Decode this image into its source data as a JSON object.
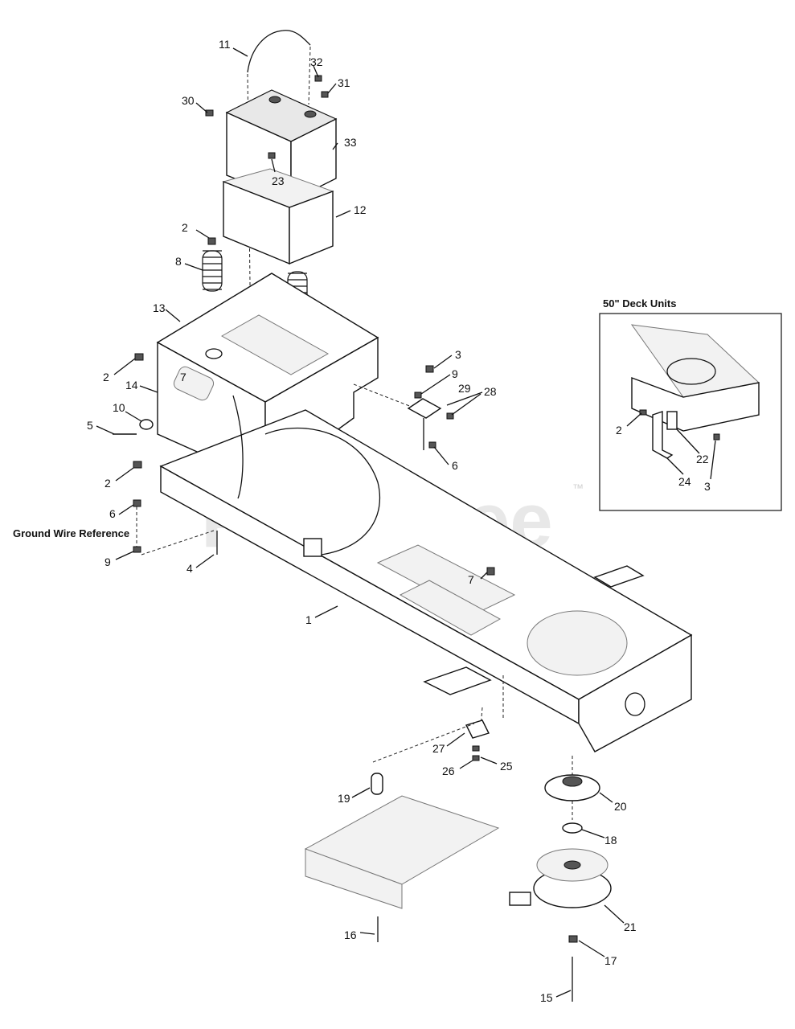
{
  "diagram": {
    "watermark": "PartsTree",
    "trademark": "™",
    "ground_wire_label": "Ground Wire Reference",
    "inset_title": "50\" Deck Units",
    "callouts": [
      {
        "id": "c11",
        "label": "11"
      },
      {
        "id": "c32",
        "label": "32"
      },
      {
        "id": "c31",
        "label": "31"
      },
      {
        "id": "c30",
        "label": "30"
      },
      {
        "id": "c33",
        "label": "33"
      },
      {
        "id": "c23",
        "label": "23"
      },
      {
        "id": "c12",
        "label": "12"
      },
      {
        "id": "c2a",
        "label": "2"
      },
      {
        "id": "c8",
        "label": "8"
      },
      {
        "id": "c13",
        "label": "13"
      },
      {
        "id": "c3a",
        "label": "3"
      },
      {
        "id": "c9a",
        "label": "9"
      },
      {
        "id": "c29",
        "label": "29"
      },
      {
        "id": "c28",
        "label": "28"
      },
      {
        "id": "c2b",
        "label": "2"
      },
      {
        "id": "c14",
        "label": "14"
      },
      {
        "id": "c7a",
        "label": "7"
      },
      {
        "id": "c10",
        "label": "10"
      },
      {
        "id": "c5",
        "label": "5"
      },
      {
        "id": "c6a",
        "label": "6"
      },
      {
        "id": "c2c",
        "label": "2"
      },
      {
        "id": "c6b",
        "label": "6"
      },
      {
        "id": "c9b",
        "label": "9"
      },
      {
        "id": "c4",
        "label": "4"
      },
      {
        "id": "c7b",
        "label": "7"
      },
      {
        "id": "c1",
        "label": "1"
      },
      {
        "id": "c27",
        "label": "27"
      },
      {
        "id": "c25",
        "label": "25"
      },
      {
        "id": "c26",
        "label": "26"
      },
      {
        "id": "c19",
        "label": "19"
      },
      {
        "id": "c20",
        "label": "20"
      },
      {
        "id": "c18",
        "label": "18"
      },
      {
        "id": "c21",
        "label": "21"
      },
      {
        "id": "c16",
        "label": "16"
      },
      {
        "id": "c17",
        "label": "17"
      },
      {
        "id": "c15",
        "label": "15"
      },
      {
        "id": "c2d",
        "label": "2"
      },
      {
        "id": "c22",
        "label": "22"
      },
      {
        "id": "c24",
        "label": "24"
      },
      {
        "id": "c3b",
        "label": "3"
      }
    ]
  }
}
